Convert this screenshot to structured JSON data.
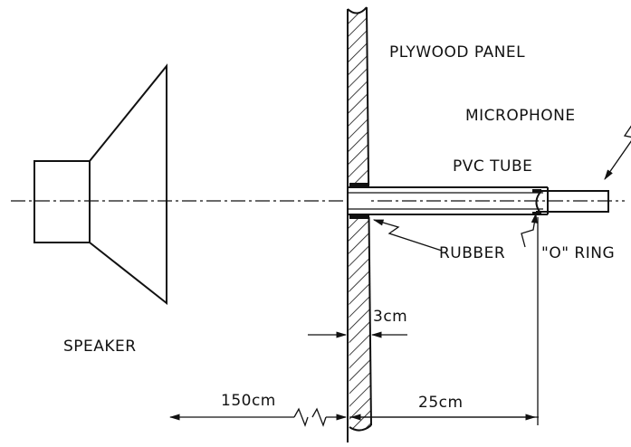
{
  "labels": {
    "plywood_panel": "PLYWOOD PANEL",
    "microphone": "MICROPHONE",
    "pvc_tube": "PVC TUBE",
    "rubber": "RUBBER",
    "o_ring": "\"O\" RING",
    "speaker": "SPEAKER"
  },
  "dimensions": {
    "panel_thickness": "3cm",
    "speaker_distance": "150cm",
    "tube_length": "25cm"
  },
  "icons": [
    "speaker-icon",
    "plywood-panel-icon",
    "pvc-tube-icon",
    "microphone-icon"
  ]
}
